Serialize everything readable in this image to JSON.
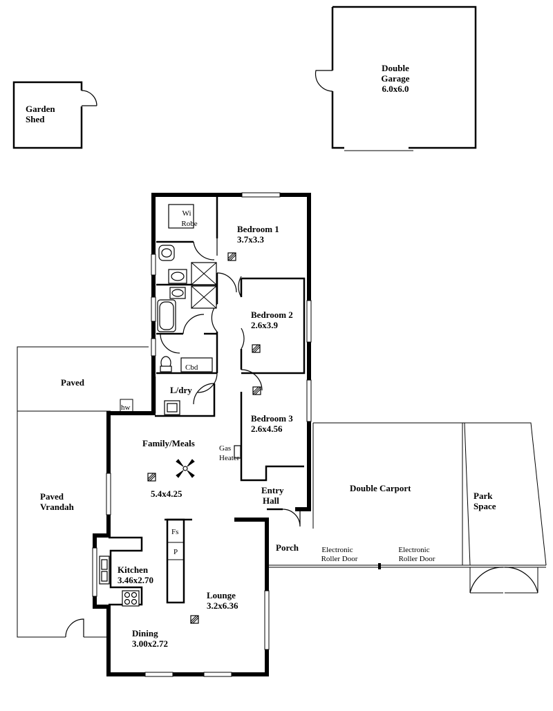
{
  "rooms": {
    "garden_shed": {
      "name": "Garden\nShed"
    },
    "garage": {
      "name": "Double\nGarage",
      "size": "6.0x6.0"
    },
    "wi_robe": {
      "name": "Wi\nRobe"
    },
    "bedroom1": {
      "name": "Bedroom 1",
      "size": "3.7x3.3"
    },
    "bedroom2": {
      "name": "Bedroom 2",
      "size": "2.6x3.9"
    },
    "bedroom3": {
      "name": "Bedroom 3",
      "size": "2.6x4.56"
    },
    "cbd": {
      "name": "Cbd"
    },
    "paved": {
      "name": "Paved"
    },
    "hw": {
      "name": "hw"
    },
    "laundry": {
      "name": "L/dry"
    },
    "family": {
      "name": "Family/Meals",
      "size": "5.4x4.25"
    },
    "gas_heater": {
      "name": "Gas\nHeater"
    },
    "entry": {
      "name": "Entry\nHall"
    },
    "carport": {
      "name": "Double Carport"
    },
    "park": {
      "name": "Park\nSpace"
    },
    "vrandah": {
      "name": "Paved\nVrandah"
    },
    "fridge": {
      "name": "Fs"
    },
    "pantry": {
      "name": "P"
    },
    "porch": {
      "name": "Porch"
    },
    "roller1": {
      "name": "Electronic\nRoller Door"
    },
    "roller2": {
      "name": "Electronic\nRoller Door"
    },
    "kitchen": {
      "name": "Kitchen",
      "size": "3.46x2.70"
    },
    "lounge": {
      "name": "Lounge",
      "size": "3.2x6.36"
    },
    "dining": {
      "name": "Dining",
      "size": "3.00x2.72"
    }
  }
}
